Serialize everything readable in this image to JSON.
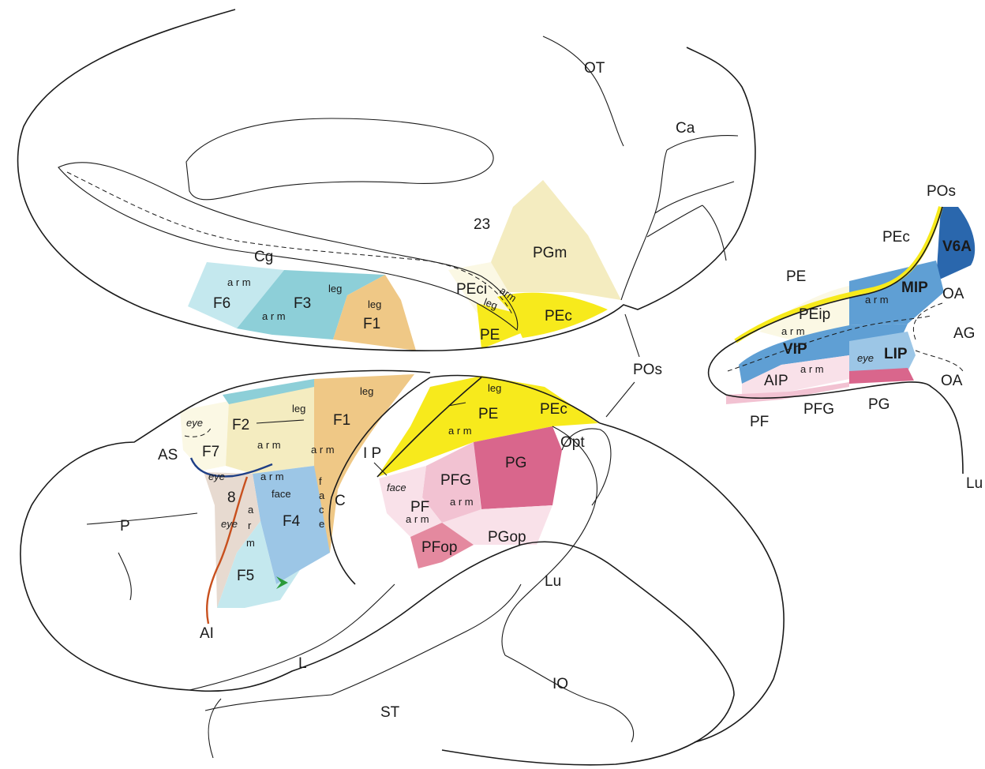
{
  "colors": {
    "yellow": "#f7ea1c",
    "pale_yellow": "#f4ecc0",
    "cream": "#fbf8e4",
    "tan": "#efc886",
    "teal": "#8dcfd8",
    "light_teal": "#c4e8ee",
    "blue": "#9cc6e6",
    "mid_blue": "#5f9fd4",
    "dark_blue": "#2a67ad",
    "pink": "#f2c2d2",
    "pale_pink": "#f9e1e9",
    "mauve": "#e4899f",
    "magenta": "#d9668c",
    "beige": "#e7dad0",
    "orange_line": "#c8501e",
    "blue_line": "#1f3f86",
    "green_mark": "#2a9a3a"
  },
  "medial_view": {
    "area_23": "23",
    "PGm": "PGm",
    "Cg": "Cg",
    "PEci": "PEci",
    "PE": "PE",
    "PEc": "PEc",
    "F6": "F6",
    "F3": "F3",
    "F1": "F1",
    "arm": "arm",
    "leg": "leg",
    "OT": "OT",
    "Ca": "Ca"
  },
  "lateral_view": {
    "F2": "F2",
    "F7": "F7",
    "F1": "F1",
    "F4": "F4",
    "F5": "F5",
    "area_8": "8",
    "PE": "PE",
    "PEc": "PEc",
    "PG": "PG",
    "PFG": "PFG",
    "PF": "PF",
    "PGop": "PGop",
    "PFop": "PFop",
    "Opt": "Opt",
    "AS": "AS",
    "AI": "AI",
    "P": "P",
    "L": "L",
    "ST": "ST",
    "IO": "IO",
    "Lu": "Lu",
    "C": "C",
    "IP": "I P",
    "POs": "POs",
    "eye": "eye",
    "face": "face",
    "arm": "arm",
    "leg": "leg",
    "spaced_arm": "a r m",
    "stacked_arm": [
      "a",
      "r",
      "m"
    ],
    "stacked_face": [
      "f",
      "a",
      "c",
      "e"
    ]
  },
  "ip_sulcus_view": {
    "POs": "POs",
    "PEc": "PEc",
    "V6A": "V6A",
    "PE": "PE",
    "MIP": "MIP",
    "OA": "OA",
    "PEip": "PEip",
    "AG": "AG",
    "VIP": "VIP",
    "LIP": "LIP",
    "AIP": "AIP",
    "PF": "PF",
    "PFG": "PFG",
    "PG": "PG",
    "Lu": "Lu",
    "eye": "eye",
    "spaced_arm": "a r m"
  }
}
